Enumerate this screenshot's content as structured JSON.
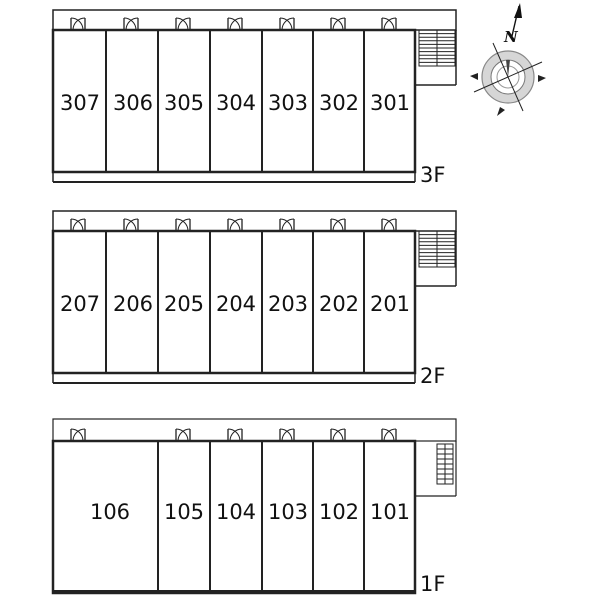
{
  "floors": [
    {
      "label": "3F",
      "units": [
        "307",
        "306",
        "305",
        "304",
        "303",
        "302",
        "301"
      ]
    },
    {
      "label": "2F",
      "units": [
        "207",
        "206",
        "205",
        "204",
        "203",
        "202",
        "201"
      ]
    },
    {
      "label": "1F",
      "units": [
        "106",
        "105",
        "104",
        "103",
        "102",
        "101"
      ]
    }
  ],
  "compass": {
    "north_label": "N"
  }
}
